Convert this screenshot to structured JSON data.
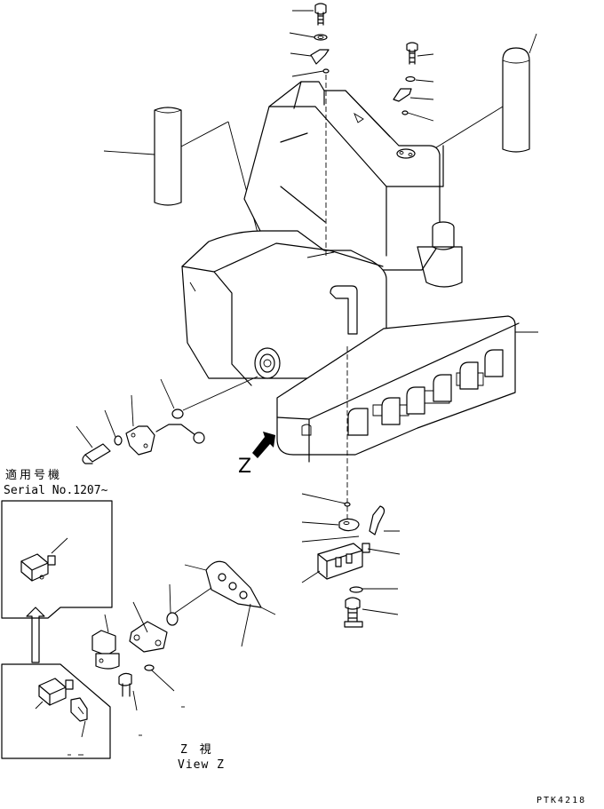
{
  "labels": {
    "serial_jp": "適用号機",
    "serial_en": "Serial No.1207~",
    "view_letter": "Z",
    "view_jp": "Z 視",
    "view_en": "View Z",
    "drawing_number": "PTK4218"
  },
  "callouts": {
    "count": 34
  }
}
